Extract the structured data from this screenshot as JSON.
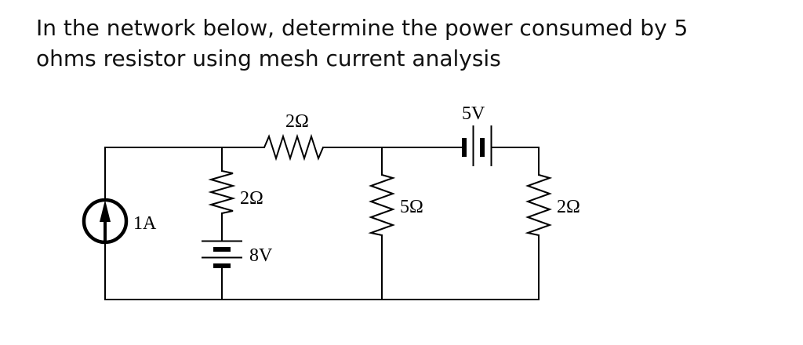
{
  "heading": {
    "line1": "In the network below, determine the power consumed by 5",
    "line2": "ohms resistor using mesh current analysis"
  },
  "circuit": {
    "current_source": {
      "label": "1A",
      "symbol": "dc-current-source-arrow-up"
    },
    "left_resistor": {
      "label": "2Ω",
      "symbol": "resistor-zigzag-vertical"
    },
    "left_battery": {
      "label": "8V",
      "symbol": "battery-two-cell-vertical"
    },
    "top_resistor": {
      "label": "2Ω",
      "symbol": "resistor-zigzag-horizontal"
    },
    "middle_resistor": {
      "label": "5Ω",
      "symbol": "resistor-zigzag-vertical"
    },
    "top_battery": {
      "label": "5V",
      "symbol": "battery-two-cell-horizontal"
    },
    "right_resistor": {
      "label": "2Ω",
      "symbol": "resistor-zigzag-vertical"
    },
    "colors": {
      "line": "#000000",
      "text": "#000000",
      "background": "#ffffff"
    }
  }
}
